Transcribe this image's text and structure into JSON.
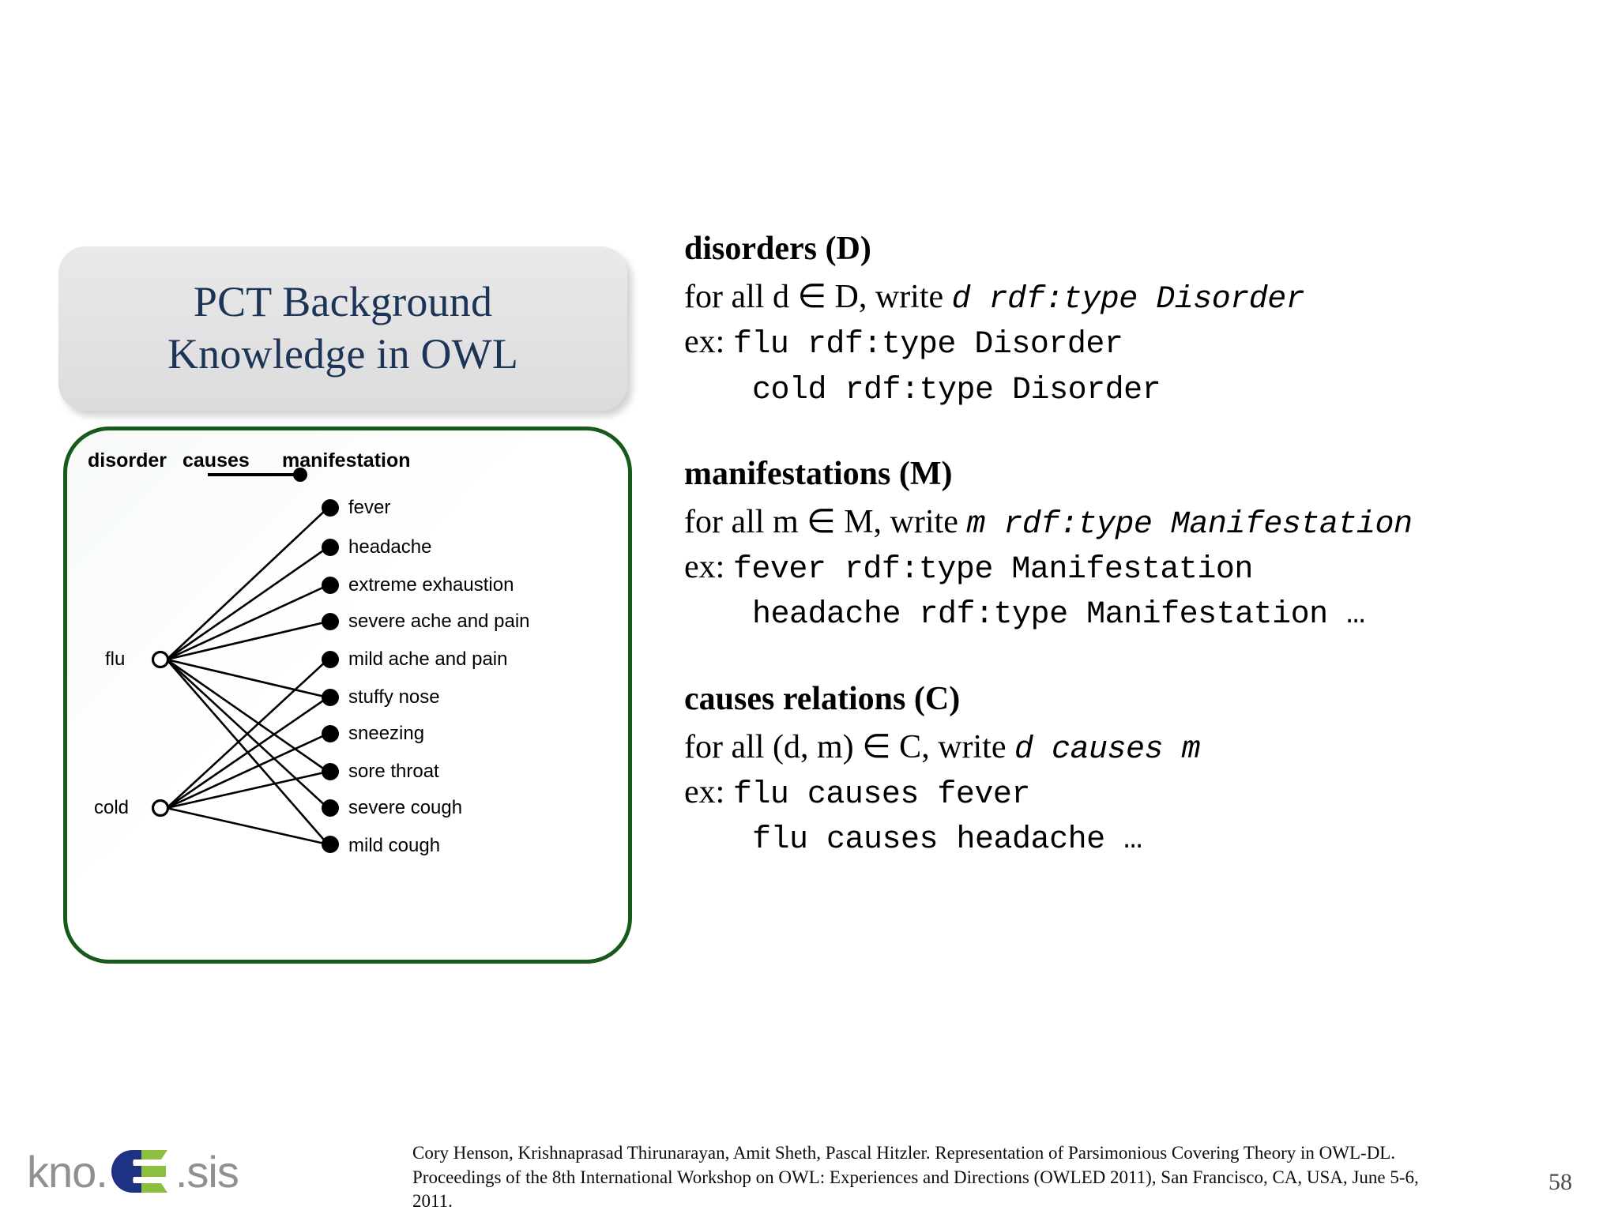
{
  "title": {
    "line1": "PCT Background",
    "line2": "Knowledge in OWL"
  },
  "diagram": {
    "columns": {
      "disorder": "disorder",
      "causes": "causes",
      "manifestation": "manifestation"
    },
    "disorders": [
      "flu",
      "cold"
    ],
    "manifestations": [
      "fever",
      "headache",
      "extreme exhaustion",
      "severe ache and pain",
      "mild ache and pain",
      "stuffy nose",
      "sneezing",
      "sore throat",
      "severe cough",
      "mild cough"
    ],
    "edges": [
      {
        "from": "flu",
        "to": "fever"
      },
      {
        "from": "flu",
        "to": "headache"
      },
      {
        "from": "flu",
        "to": "extreme exhaustion"
      },
      {
        "from": "flu",
        "to": "severe ache and pain"
      },
      {
        "from": "flu",
        "to": "stuffy nose"
      },
      {
        "from": "flu",
        "to": "sore throat"
      },
      {
        "from": "flu",
        "to": "severe cough"
      },
      {
        "from": "flu",
        "to": "mild cough"
      },
      {
        "from": "cold",
        "to": "mild ache and pain"
      },
      {
        "from": "cold",
        "to": "stuffy nose"
      },
      {
        "from": "cold",
        "to": "sneezing"
      },
      {
        "from": "cold",
        "to": "sore throat"
      },
      {
        "from": "cold",
        "to": "mild cough"
      }
    ],
    "legend_relation": "causes"
  },
  "sections": [
    {
      "heading": "disorders (D)",
      "rule_prefix": "for all d ∈ D, write ",
      "rule_code": "d rdf:type Disorder",
      "ex_prefix": "ex: ",
      "ex_lines": [
        "flu rdf:type Disorder",
        "cold rdf:type Disorder"
      ]
    },
    {
      "heading": "manifestations (M)",
      "rule_prefix": "for all m ∈ M, write ",
      "rule_code": "m rdf:type Manifestation",
      "ex_prefix": "ex: ",
      "ex_lines": [
        "fever rdf:type Manifestation",
        "headache rdf:type Manifestation …"
      ]
    },
    {
      "heading": "causes relations (C)",
      "rule_prefix": "for all (d, m) ∈ C, write ",
      "rule_code": "d causes m",
      "ex_prefix": "ex: ",
      "ex_lines": [
        "flu causes fever",
        "flu causes headache …"
      ]
    }
  ],
  "footer": {
    "citation": "Cory Henson, Krishnaprasad Thirunarayan, Amit Sheth, Pascal Hitzler. Representation of Parsimonious Covering Theory in OWL-DL. Proceedings of the 8th International Workshop on OWL: Experiences and Directions (OWLED 2011), San Francisco, CA, USA, June 5-6, 2011.",
    "page_number": "58",
    "logo": {
      "left_text": "kno.",
      "right_text": ".sis",
      "navy": "#1d3282",
      "green": "#8cbf3f",
      "gray": "#8f9094"
    }
  },
  "colors": {
    "title_text": "#1c3557",
    "panel_border": "#18591c",
    "title_box_bg": "#e4e4e6"
  }
}
